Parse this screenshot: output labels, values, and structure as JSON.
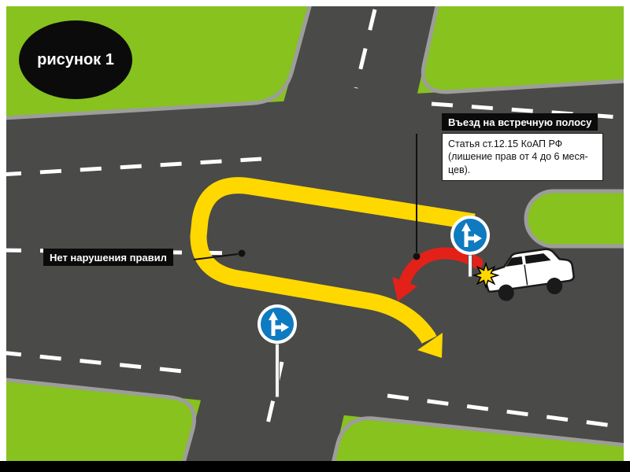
{
  "scene": {
    "figure_label": "рисунок 1",
    "callouts": {
      "violation_title": "Въезд на встречную полосу",
      "violation_details": "Статья ст.12.15 КоАП РФ\n(лишение прав от 4 до 6 меся-\nцев).",
      "no_violation": "Нет нарушения правил"
    },
    "colors": {
      "grass": "#87C21E",
      "road": "#4A4A49",
      "curb": "#9D9D9C",
      "lane_marking": "#FFFFFF",
      "correct_path": "#FFD800",
      "violation_arrow": "#E32119",
      "sign_blue": "#0E7AC0"
    },
    "icons": {
      "sign_1": "straight-or-right-sign",
      "sign_2": "straight-or-right-sign",
      "car": "car-icon",
      "star": "impact-star-icon"
    }
  }
}
